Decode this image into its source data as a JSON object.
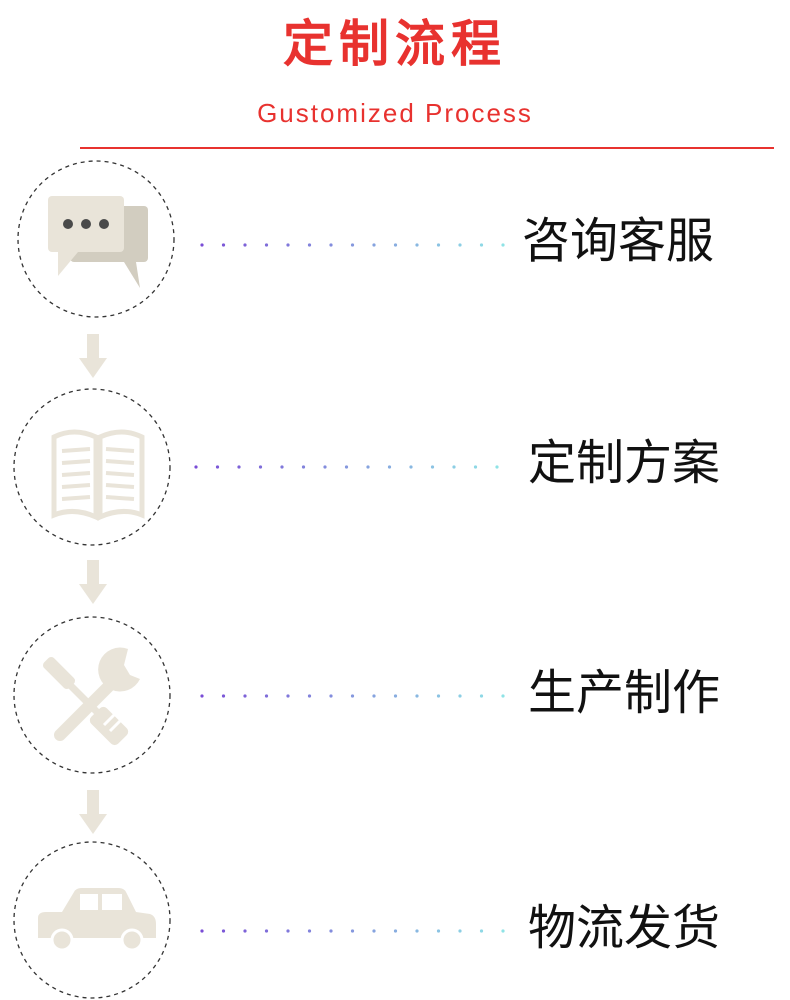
{
  "header": {
    "title": "定制流程",
    "subtitle": "Gustomized Process"
  },
  "colors": {
    "accent": "#e8322f",
    "icon_fill": "#e9e4d9",
    "icon_dark": "#d2cdc0",
    "dot_start": "#7a4dd6",
    "dot_end": "#8fe3e6",
    "circle_border": "#333333"
  },
  "steps": [
    {
      "label": "咨询客服",
      "icon": "chat-bubbles-icon"
    },
    {
      "label": "定制方案",
      "icon": "open-book-icon"
    },
    {
      "label": "生产制作",
      "icon": "wrench-screwdriver-icon"
    },
    {
      "label": "物流发货",
      "icon": "car-icon"
    }
  ]
}
